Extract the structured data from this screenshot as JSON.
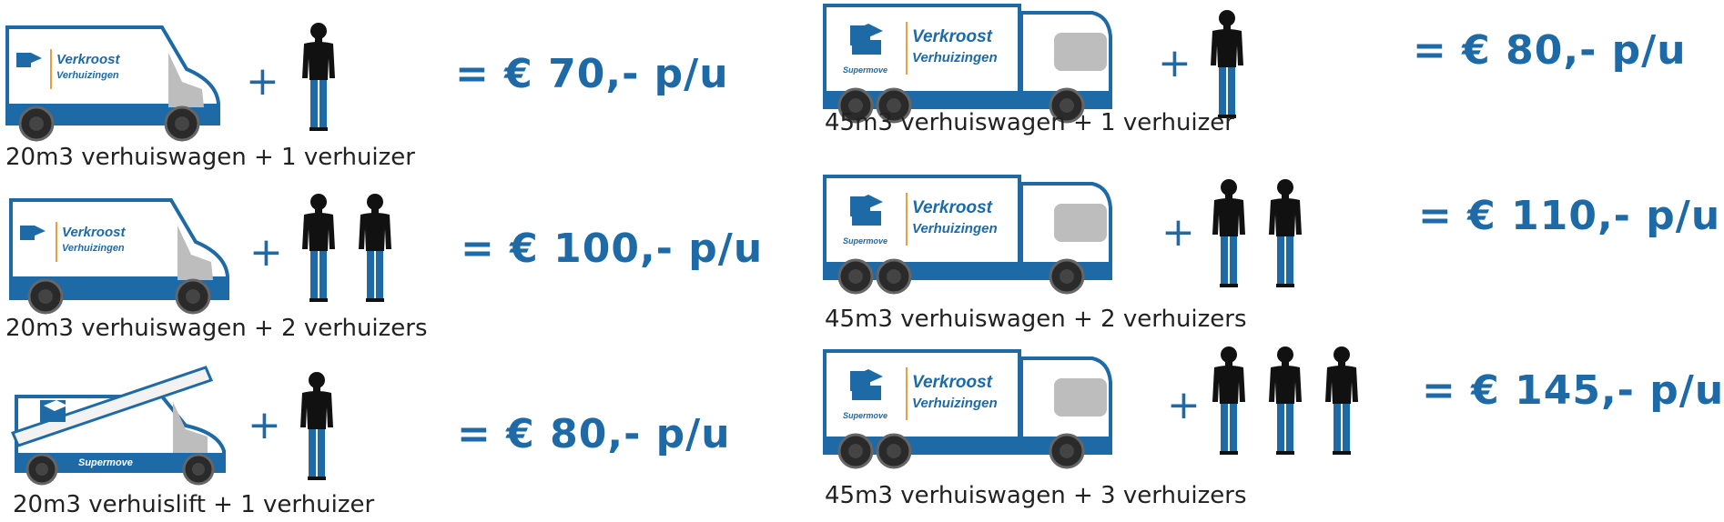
{
  "brand": {
    "name": "Verkroost",
    "tagline": "Verhuizingen",
    "sub": "Supermove"
  },
  "colors": {
    "blue": "#1e6aa6",
    "dark": "#111111"
  },
  "offers": [
    {
      "vehicle": "van-20m3",
      "movers": 1,
      "price": "= € 70,- p/u",
      "caption": "20m3 verhuiswagen + 1 verhuizer"
    },
    {
      "vehicle": "van-20m3",
      "movers": 2,
      "price": "= € 100,- p/u",
      "caption": "20m3 verhuiswagen + 2 verhuizers"
    },
    {
      "vehicle": "lift-20m3",
      "movers": 1,
      "price": "= € 80,- p/u",
      "caption": "20m3 verhuislift + 1 verhuizer"
    },
    {
      "vehicle": "truck-45m3",
      "movers": 1,
      "price": "= € 80,- p/u",
      "caption": "45m3 verhuiswagen + 1 verhuizer"
    },
    {
      "vehicle": "truck-45m3",
      "movers": 2,
      "price": "= € 110,- p/u",
      "caption": "45m3 verhuiswagen + 2 verhuizers"
    },
    {
      "vehicle": "truck-45m3",
      "movers": 3,
      "price": "= € 145,- p/u",
      "caption": "45m3 verhuiswagen + 3 verhuizers"
    }
  ],
  "plus": "+"
}
